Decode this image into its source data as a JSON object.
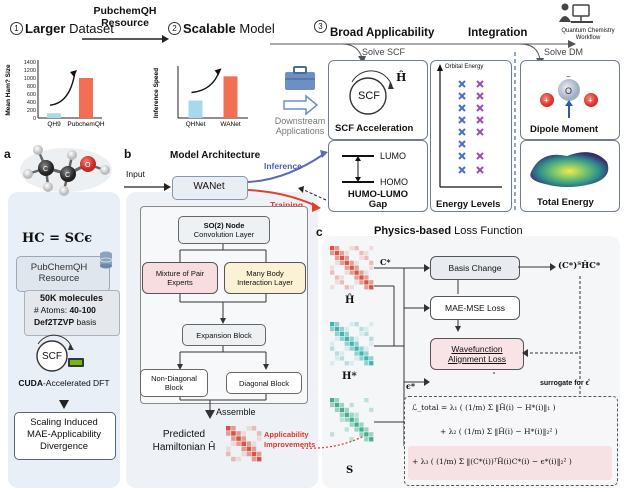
{
  "top": {
    "step1_num": "1",
    "step1_title_bold": "Larger",
    "step1_title_rest": " Dataset",
    "resource_label": "PubchemQH Resource",
    "step2_num": "2",
    "step2_title_bold": "Scalable",
    "step2_title_rest": " Model",
    "step3_num": "3",
    "step3_title": "Broad Applicability",
    "integration": "Integration",
    "qc_workflow": "Quantum Chemistry Workflow",
    "solve_scf": "Solve SCF",
    "solve_dm": "Solve DM",
    "downstream": "Downstream Applications",
    "scf_accel": "SCF Acceleration",
    "scf_text": "SCF",
    "h_hat": "Ĥ",
    "orbital_energy": "Orbital Energy",
    "energy_levels": "Energy Levels",
    "lumo": "LUMO",
    "homo": "HOMO",
    "gap": "HUMO-LUMO Gap",
    "dipole": "Dipole Moment",
    "o_label": "O",
    "total_energy": "Total Energy"
  },
  "chart_data": [
    {
      "type": "bar",
      "ylabel": "Mean Ham? Size",
      "categories": [
        "QH9",
        "PubchemQH"
      ],
      "values": [
        120,
        1000
      ],
      "ylim": [
        0,
        1400
      ],
      "yticks": [
        "1400",
        "1200",
        "1000",
        "800",
        "600",
        "400",
        "200",
        "0"
      ],
      "colors": [
        "#a9d8e8",
        "#f26f54"
      ]
    },
    {
      "type": "bar",
      "ylabel": "Inference Speed",
      "categories": [
        "QHNet",
        "WANet"
      ],
      "values": [
        0.42,
        1.0
      ],
      "ylim": [
        0,
        1.2
      ],
      "colors": [
        "#a9d8e8",
        "#f26f54"
      ]
    }
  ],
  "panel_a": {
    "letter": "a",
    "formula": "HC = SCϵ",
    "resource": "PubChemQH Resource",
    "molecules": "50K molecules",
    "atoms_prefix": "# Atoms: ",
    "atoms_value": "40-100",
    "basis_bold": "Def2TZVP",
    "basis_rest": " basis",
    "scf": "SCF",
    "cuda_bold": "CUDA",
    "cuda_rest": "-Accelerated DFT",
    "smad_line1": "Scaling Induced",
    "smad_line2": "MAE-Applicability",
    "smad_line3": "Divergence"
  },
  "panel_b": {
    "letter": "b",
    "input": "Input",
    "model_arch": "Model Architecture",
    "wanet": "WANet",
    "inference": "Inference",
    "training": "Training",
    "so2_line1": "SO(2) Node",
    "so2_line2": "Convolution Layer",
    "mope_line1": "Mixture of Pair",
    "mope_line2": "Experts",
    "many_line1": "Many Body",
    "many_line2": "Interaction Layer",
    "expansion": "Expansion Block",
    "nondiag_line1": "Non-Diagonal",
    "nondiag_line2": "Block",
    "diag": "Diagonal Block",
    "assemble": "Assemble",
    "predicted_line1": "Predicted",
    "predicted_line2": "Hamiltonian Ĥ",
    "applicability": "Applicability",
    "improvements": "Improvements"
  },
  "panel_c": {
    "letter": "c",
    "title_bold": "Physics-based",
    "title_rest": " Loss Function",
    "h_hat": "Ĥ",
    "h_star": "H*",
    "s": "S",
    "c_star": "C*",
    "eps_star": "ϵ*",
    "basis_change": "Basis Change",
    "basis_formula": "(C*)ᵀĤC*",
    "mae_mse": "MAE-MSE Loss",
    "wf_line1": "Wavefunction",
    "wf_line2": "Alignment Loss",
    "surrogate": "surrogate for ϵ̂",
    "loss_line1": "ℒ_total = λ₁ ( (1/m) Σ ‖Ĥ(i) − H*(i)‖₁ )",
    "loss_line2": "+ λ₂ ( (1/m) Σ ‖Ĥ(i) − H*(i)‖₂² )",
    "loss_line3": "+ λ₃ ( (1/m) Σ ‖(C*(i))ᵀĤ(i)C*(i) − ϵ*(i)‖₂² )"
  }
}
